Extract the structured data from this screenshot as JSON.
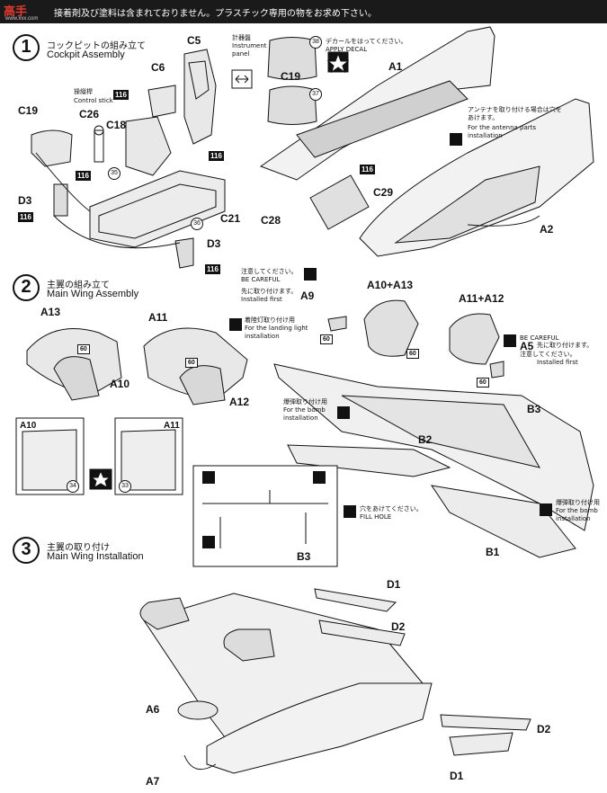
{
  "header": {
    "notice": "接着剤及び塗料は含まれておりません。プラスチック専用の物をお求め下さい。",
    "logo": "高手"
  },
  "steps": [
    {
      "number": "1",
      "title_jp": "コックピットの組み立て",
      "title_en": "Cockpit Assembly"
    },
    {
      "number": "2",
      "title_jp": "主翼の組み立て",
      "title_en": "Main Wing Assembly"
    },
    {
      "number": "3",
      "title_jp": "主翼の取り付け",
      "title_en": "Main Wing Installation"
    }
  ],
  "step1": {
    "parts": [
      "C5",
      "C6",
      "C26",
      "C18",
      "C19",
      "D3",
      "C21",
      "D3",
      "A1",
      "A2",
      "C29",
      "C28",
      "C19"
    ],
    "control_stick_jp": "操縦桿",
    "control_stick_en": "Control stick",
    "instrument_jp": "計器盤",
    "instrument_en": "Instrument panel",
    "decal_jp": "デカールをはってください。",
    "decal_en": "APPLY DECAL",
    "antenna_jp": "アンテナを取り付ける場合は穴をあけます。",
    "antenna_en": "For the antenna parts installation",
    "num_116": "116",
    "num_35": "35",
    "num_36": "36",
    "num_38": "38",
    "num_37": "37"
  },
  "step2": {
    "parts": [
      "A13",
      "A11",
      "A10",
      "A12",
      "A9",
      "A10+A13",
      "A11+A12",
      "A5",
      "B3",
      "B2",
      "B1",
      "A10",
      "A11",
      "B3"
    ],
    "careful_jp": "注意してください。",
    "careful_en": "BE CAREFUL",
    "first_jp": "先に取り付けます。",
    "first_en": "Installed first",
    "landing_jp": "着陸灯取り付け用",
    "landing_en": "For the landing light installation",
    "bomb_jp": "爆弾取り付け用",
    "bomb_en": "For the bomb installation",
    "a5_first_jp": "先に取り付けます。",
    "careful2_jp": "注意してください。",
    "careful2_en": "BE CAREFUL",
    "a5_first_en": "Installed first",
    "bomb2_jp": "爆弾取り付け用",
    "bomb2_en": "For the bomb installation",
    "hole_jp": "穴をあけてください。",
    "hole_en": "FILL HOLE",
    "num_60": "60",
    "num_34": "34",
    "num_33": "33"
  },
  "step3": {
    "parts": [
      "D1",
      "D2",
      "A6",
      "A7",
      "D2",
      "D1"
    ]
  }
}
